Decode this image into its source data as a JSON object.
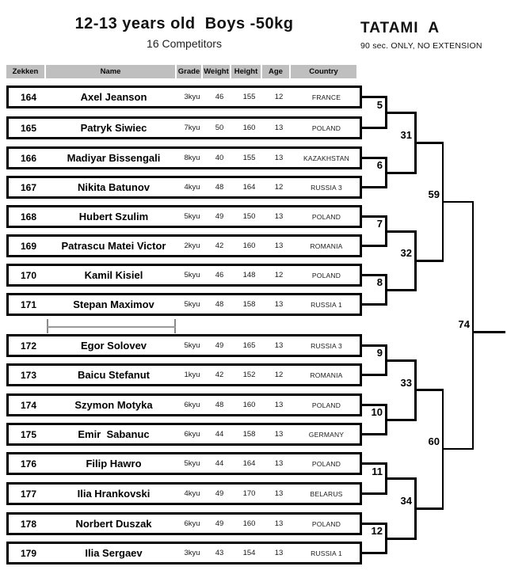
{
  "header": {
    "title": "12-13 years old  Boys -50kg",
    "subtitle": "16 Competitors",
    "tatami": "TATAMI  A",
    "tatami_note": "90 sec. ONLY, NO EXTENSION"
  },
  "table": {
    "columns": [
      "Zekken",
      "Name",
      "Grade",
      "Weight",
      "Height",
      "Age",
      "Country"
    ],
    "rows": [
      {
        "zekken": "164",
        "name": "Axel Jeanson",
        "grade": "3kyu",
        "weight": "46",
        "height": "155",
        "age": "12",
        "country": "FRANCE"
      },
      {
        "zekken": "165",
        "name": "Patryk Siwiec",
        "grade": "7kyu",
        "weight": "50",
        "height": "160",
        "age": "13",
        "country": "POLAND"
      },
      {
        "zekken": "166",
        "name": "Madiyar Bissengali",
        "grade": "8kyu",
        "weight": "40",
        "height": "155",
        "age": "13",
        "country": "KAZAKHSTAN"
      },
      {
        "zekken": "167",
        "name": "Nikita Batunov",
        "grade": "4kyu",
        "weight": "48",
        "height": "164",
        "age": "12",
        "country": "RUSSIA 3"
      },
      {
        "zekken": "168",
        "name": "Hubert Szulim",
        "grade": "5kyu",
        "weight": "49",
        "height": "150",
        "age": "13",
        "country": "POLAND"
      },
      {
        "zekken": "169",
        "name": "Patrascu Matei Victor",
        "grade": "2kyu",
        "weight": "42",
        "height": "160",
        "age": "13",
        "country": "ROMANIA"
      },
      {
        "zekken": "170",
        "name": "Kamil Kisiel",
        "grade": "5kyu",
        "weight": "46",
        "height": "148",
        "age": "12",
        "country": "POLAND"
      },
      {
        "zekken": "171",
        "name": "Stepan Maximov",
        "grade": "5kyu",
        "weight": "48",
        "height": "158",
        "age": "13",
        "country": "RUSSIA 1"
      },
      {
        "zekken": "172",
        "name": "Egor Solovev",
        "grade": "5kyu",
        "weight": "49",
        "height": "165",
        "age": "13",
        "country": "RUSSIA 3"
      },
      {
        "zekken": "173",
        "name": "Baicu Stefanut",
        "grade": "1kyu",
        "weight": "42",
        "height": "152",
        "age": "12",
        "country": "ROMANIA"
      },
      {
        "zekken": "174",
        "name": "Szymon Motyka",
        "grade": "6kyu",
        "weight": "48",
        "height": "160",
        "age": "13",
        "country": "POLAND"
      },
      {
        "zekken": "175",
        "name": "Emir  Sabanuc",
        "grade": "6kyu",
        "weight": "44",
        "height": "158",
        "age": "13",
        "country": "GERMANY"
      },
      {
        "zekken": "176",
        "name": "Filip Hawro",
        "grade": "5kyu",
        "weight": "44",
        "height": "164",
        "age": "13",
        "country": "POLAND"
      },
      {
        "zekken": "177",
        "name": "Ilia Hrankovski",
        "grade": "4kyu",
        "weight": "49",
        "height": "170",
        "age": "13",
        "country": "BELARUS"
      },
      {
        "zekken": "178",
        "name": "Norbert Duszak",
        "grade": "6kyu",
        "weight": "49",
        "height": "160",
        "age": "13",
        "country": "POLAND"
      },
      {
        "zekken": "179",
        "name": "Ilia Sergaev",
        "grade": "3kyu",
        "weight": "43",
        "height": "154",
        "age": "13",
        "country": "RUSSIA 1"
      }
    ]
  },
  "bracket": {
    "round1_labels": [
      "5",
      "6",
      "7",
      "8",
      "9",
      "10",
      "11",
      "12"
    ],
    "round2_labels": [
      "31",
      "32",
      "33",
      "34"
    ],
    "semifinal_labels": [
      "59",
      "60"
    ],
    "final_label": "74"
  },
  "colors": {
    "table_header_bg": "#bfbfbf",
    "bracket_line": "#000000",
    "row_border": "#000000"
  }
}
